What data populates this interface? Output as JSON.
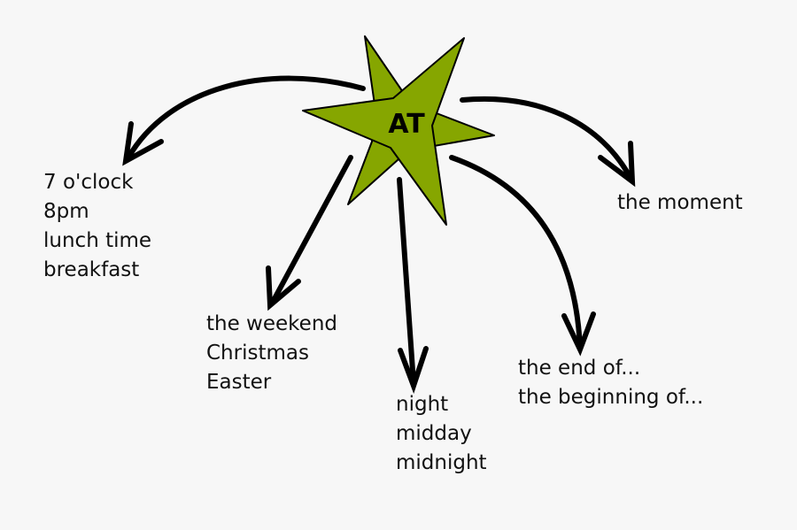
{
  "center": {
    "label": "AT",
    "star_color": "#86a600"
  },
  "groups": [
    {
      "items": [
        "7 o'clock",
        "8pm",
        "lunch time",
        "breakfast"
      ]
    },
    {
      "items": [
        "the weekend",
        "Christmas",
        "Easter"
      ]
    },
    {
      "items": [
        "night",
        "midday",
        "midnight"
      ]
    },
    {
      "items": [
        "the end of...",
        "the beginning of..."
      ]
    },
    {
      "items": [
        "the moment"
      ]
    }
  ]
}
